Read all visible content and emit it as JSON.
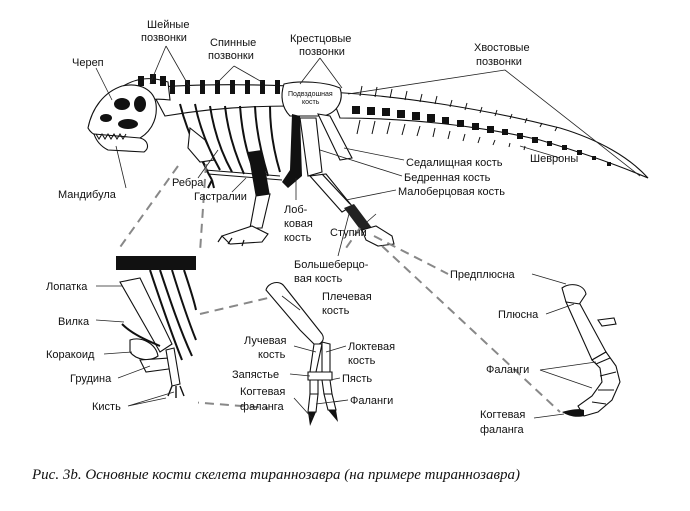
{
  "labels": {
    "skull": "Череп",
    "cervical_1": "Шейные",
    "cervical_2": "позвонки",
    "dorsal_1": "Спинные",
    "dorsal_2": "позвонки",
    "sacral_1": "Крестцовые",
    "sacral_2": "позвонки",
    "caudal_1": "Хвостовые",
    "caudal_2": "позвонки",
    "ilium_1": "Подвздошная",
    "ilium_2": "кость",
    "mandible": "Мандибула",
    "ribs": "Ребра",
    "gastralia": "Гастралии",
    "ischium": "Седалищная кость",
    "femur": "Бедренная кость",
    "fibula": "Малоберцовая кость",
    "chevrons": "Шевроны",
    "pubis_1": "Лоб-",
    "pubis_2": "ковая",
    "pubis_3": "кость",
    "feet": "Ступни",
    "tibia_1": "Большеберцо-",
    "tibia_2": "вая кость",
    "scapula": "Лопатка",
    "furcula": "Вилка",
    "coracoid": "Коракоид",
    "sternum": "Грудина",
    "hand": "Кисть",
    "humerus_1": "Плечевая",
    "humerus_2": "кость",
    "radius_1": "Лучевая",
    "radius_2": "кость",
    "ulna_1": "Локтевая",
    "ulna_2": "кость",
    "wrist": "Запястье",
    "manus": "Пясть",
    "claw_phalanx_1": "Когтевая",
    "claw_phalanx_2": "фаланга",
    "phalanges": "Фаланги",
    "tarsus": "Предплюсна",
    "metatarsus": "Плюсна",
    "foot_phalanges": "Фаланги",
    "foot_claw_1": "Когтевая",
    "foot_claw_2": "фаланга"
  },
  "caption": "Рис. 3b. Основные кости скелета  тираннозавра (на примере тираннозавра)"
}
